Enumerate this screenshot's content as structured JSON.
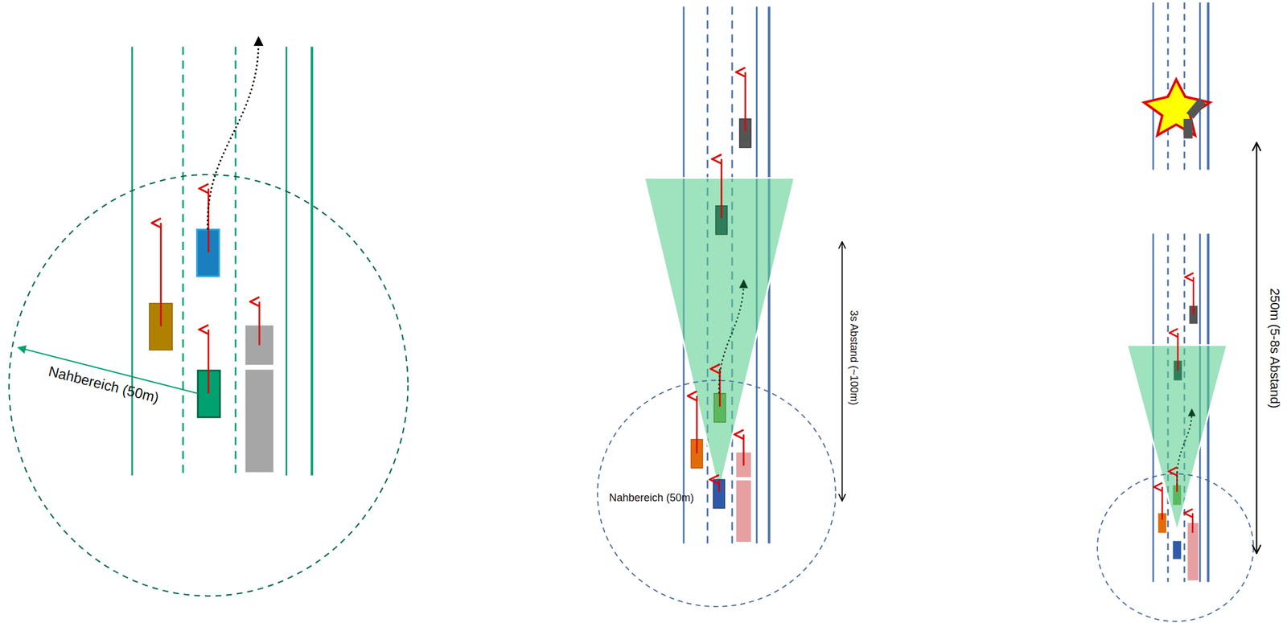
{
  "diagram": {
    "labels": [
      "Nahbereich (50m)",
      "Nahbereich (50m)",
      "3s Abstand (~100m)",
      "250m (5-8s Abstand)"
    ]
  }
}
